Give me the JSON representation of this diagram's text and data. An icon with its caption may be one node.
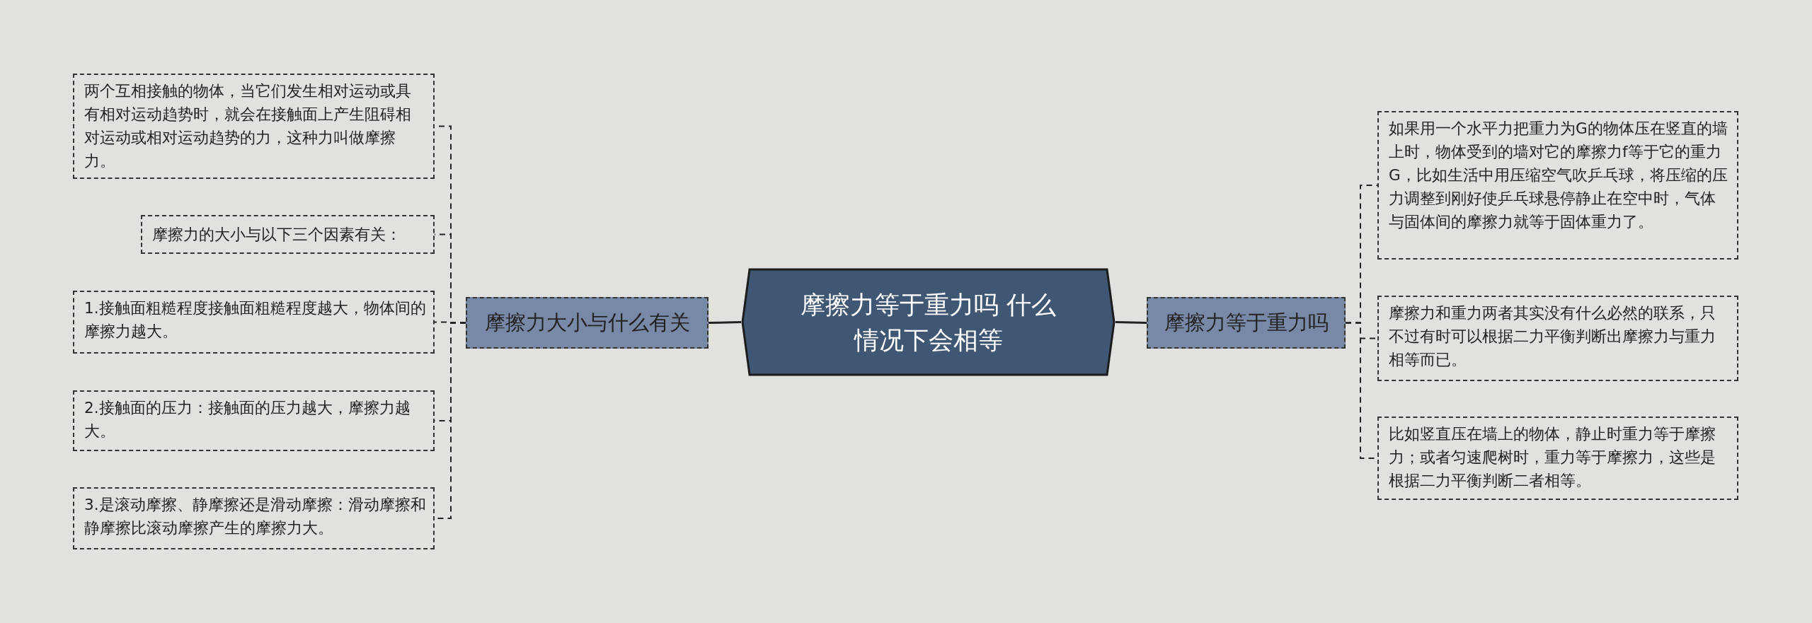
{
  "diagram": {
    "nodes": [
      {
        "text": [
          "摩擦力等于重力吗 什么情况下会相等"
        ]
      },
      {
        "text": [
          "摩擦力大小与什么有关"
        ]
      },
      {
        "text": [
          "两个互相接触的物体，当它们发生相对运动或具有相对运动趋势时，就会在接触面上产生阻碍相对运动或相对运动趋势的力，这种力叫做摩擦力。"
        ]
      },
      {
        "text": [
          "摩擦力的大小与以下三个因素有关："
        ]
      },
      {
        "text": [
          "1.接触面粗糙程度接触面粗糙程度越大，物体间的摩擦力越大。"
        ]
      },
      {
        "text": [
          "2.接触面的压力：接触面的压力越大，摩擦力越大。"
        ]
      },
      {
        "text": [
          "3.是滚动摩擦、静摩擦还是滑动摩擦：滑动摩擦和静摩擦比滚动摩擦产生的摩擦力大。"
        ]
      },
      {
        "text": [
          "摩擦力等于重力吗"
        ]
      },
      {
        "text": [
          "如果用一个水平力把重力为G的物体压在竖直的墙上时，物体受到的墙对它的摩擦力f等于它的重力G，比如生活中用压缩空气吹乒乓球，将压缩的压力调整到刚好使乒乓球悬停静止在空中时，气体与固体间的摩擦力就等于固体重力了。"
        ]
      },
      {
        "text": [
          "摩擦力和重力两者其实没有什么必然的联系，只不过有时可以根据二力平衡判断出摩擦力与重力相等而已。"
        ]
      },
      {
        "text": [
          "比如竖直压在墙上的物体，静止时重力等于摩擦力；或者匀速爬树时，重力等于摩擦力，这些是根据二力平衡判断二者相等。"
        ]
      }
    ],
    "edges": [
      {
        "from": 0,
        "to": 1,
        "arrow": "none"
      },
      {
        "from": 1,
        "to": 2,
        "arrow": "none",
        "style": "dashed"
      },
      {
        "from": 1,
        "to": 3,
        "arrow": "none",
        "style": "dashed"
      },
      {
        "from": 1,
        "to": 4,
        "arrow": "none",
        "style": "dashed"
      },
      {
        "from": 1,
        "to": 5,
        "arrow": "none",
        "style": "dashed"
      },
      {
        "from": 1,
        "to": 6,
        "arrow": "none",
        "style": "dashed"
      },
      {
        "from": 0,
        "to": 7,
        "arrow": "none"
      },
      {
        "from": 7,
        "to": 8,
        "arrow": "none",
        "style": "dashed"
      },
      {
        "from": 7,
        "to": 9,
        "arrow": "none",
        "style": "dashed"
      },
      {
        "from": 7,
        "to": 10,
        "arrow": "none",
        "style": "dashed"
      }
    ]
  }
}
